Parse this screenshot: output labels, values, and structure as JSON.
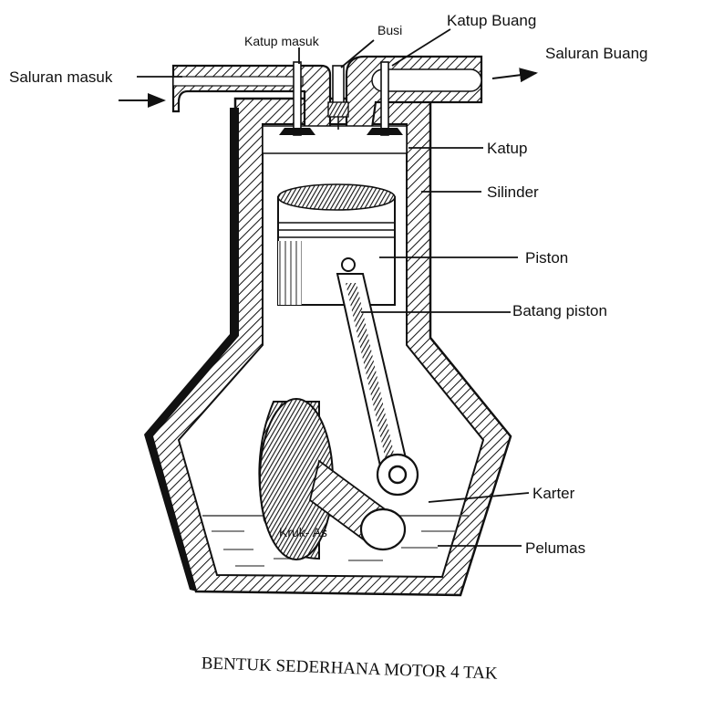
{
  "labels": {
    "katup_masuk": "Katup masuk",
    "busi": "Busi",
    "katup_buang": "Katup Buang",
    "saluran_buang": "Saluran Buang",
    "saluran_masuk": "Saluran masuk",
    "katup": "Katup",
    "silinder": "Silinder",
    "piston": "Piston",
    "batang_piston": "Batang piston",
    "karter": "Karter",
    "kruk_as": "Kruk- As",
    "pelumas": "Pelumas"
  },
  "caption": "BENTUK SEDERHANA MOTOR 4 TAK",
  "colors": {
    "ink": "#111111",
    "paper": "#ffffff",
    "oil_line": "#444444"
  }
}
